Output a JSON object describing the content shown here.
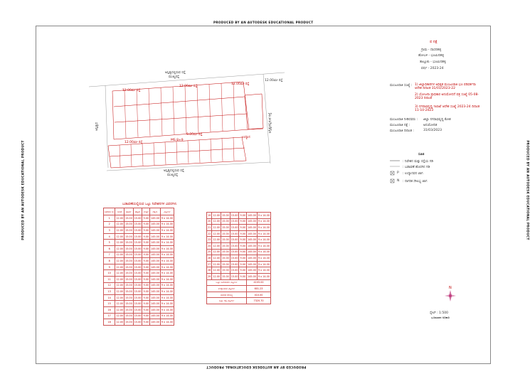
{
  "edu_notice": "PRODUCED BY AN AUTODESK EDUCATIONAL PRODUCT",
  "title_block": {
    "heading": "ಪ ನಕ್ಷೆ",
    "line1": "ಗ್ರಾಮ - ದಾಸನಹಳ್ಳಿ",
    "line2": "ಹೋಬಳಿ - ಭೂಮಿನಹಳ್ಳಿ",
    "line3": "ತಾಲ್ಲೂಕು - ಭೂಮಿನಹಳ್ಳಿ",
    "line4": "ವರ್ಷ - 2023-24"
  },
  "notes": [
    {
      "label": "ಮಂಜೂರಾತಿ ಸಂಖ್ಯೆ :",
      "text": "1) ಜಿಲ್ಲಾಧಿಕಾರಿಗಳ ಅಧಿಕೃತ ಮಂಜೂರಾತಿ ಭೂ ಪರಿವರ್ತನಾ ಆದೇಶ ದಿನಾಂಕ 31/01/2023-22"
    },
    {
      "label": "",
      "text": "2) ಯೋಜನಾ ಪ್ರಾಧಿಕಾರ ಅನುಮೋದನೆ ಪತ್ರ ಸಂಖ್ಯೆ 05-08-2023 ದಿನಾಂಕ"
    },
    {
      "label": "",
      "text": "3) ನಗರಾಭಿವೃದ್ಧಿ ಇಲಾಖೆ ಆದೇಶ ಸಂಖ್ಯೆ 2023-24 ದಿನಾಂಕ 11-10-2023"
    },
    {
      "label": "ಮಂಜೂರಾತಿ ನೀಡಿದವರು :",
      "text": "ಜಿಲ್ಲಾ ನಗರಾಭಿವೃದ್ಧಿ ಕೋಶ"
    },
    {
      "label": "ಮಂಜೂರಾತಿ ನಕ್ಷೆ :",
      "text": "ಅನುಮೋದಿತ"
    },
    {
      "label": "ಮಂಜೂರಾತಿ ದಿನಾಂಕ :",
      "text": "31/03/2023"
    }
  ],
  "legend": {
    "title": "ಸೂಚಿ",
    "items": [
      {
        "symbol": "line",
        "text": ": ನಿವೇಶನ ಮತ್ತು ರಸ್ತೆಯ ಗಡಿ"
      },
      {
        "symbol": "line",
        "text": ": ಬಡಾವಣೆ ಹೊರಗಿನ ಗಡಿ"
      },
      {
        "symbol": "P",
        "text": ": ಉದ್ಯಾನವನ ಜಾಗ"
      },
      {
        "symbol": "N",
        "text": ": ನಾಗರಿಕ ಸೌಲಭ್ಯ ಜಾಗ"
      }
    ]
  },
  "scale": {
    "text": "ಸ್ಕೇಲ್ : 1:500",
    "sub": "ಭೂಮಾಪನ ಅಧಿಕಾರಿ"
  },
  "map_labels": {
    "top_road": "ಅಸ್ತಿತ್ವದಲ್ಲಿರುವ ರಸ್ತೆ",
    "top_road_sub": "ಮುಖ್ಯರಸ್ತೆ",
    "road_1": "12.00ಮೀ ರಸ್ತೆ",
    "road_2": "12.00ಮೀ ರಸ್ತೆ",
    "road_3": "9.00ಮೀ ರಸ್ತೆ",
    "road_4": "12.00ಮೀ ರಸ್ತೆ",
    "bottom_road": "ಅಸ್ತಿತ್ವದಲ್ಲಿರುವ ರಸ್ತೆ",
    "bottom_road_sub": "ಮುಖ್ಯರಸ್ತೆ",
    "right_side": "ಅಸ್ತಿತ್ವದಲ್ಲಿರುವ ರಸ್ತೆ",
    "left_side": "ಅಸ್ತಿತ್ವದ",
    "mid": "ಉದ್ಯಾನ",
    "mid2": "MS 8+9"
  },
  "site_table": {
    "title": "ಬಡಾವಣೆಯಲ್ಲಿರುವ ಒಟ್ಟು ನಿವೇಶನಗಳ ವಿವರಗಳು",
    "headers": [
      "ನಿವೇಶನ ಸಂ",
      "ಅಳತೆ",
      "ಪೂರ್ವ",
      "ಪಶ್ಚಿಮ",
      "ಉತ್ತರ",
      "ದಕ್ಷಿಣ",
      "ವಿಸ್ತೀರ್ಣ"
    ],
    "left_rows": [
      [
        "1",
        "12.00",
        "15.00",
        "15.00",
        "9.00",
        "145.00",
        "9 x 14.00"
      ],
      [
        "2",
        "12.00",
        "15.00",
        "15.00",
        "9.00",
        "145.00",
        "9 x 14.00"
      ],
      [
        "3",
        "12.00",
        "15.00",
        "15.00",
        "9.00",
        "145.00",
        "9 x 14.00"
      ],
      [
        "4",
        "12.00",
        "15.00",
        "15.00",
        "9.00",
        "145.00",
        "9 x 14.00"
      ],
      [
        "5",
        "12.00",
        "15.00",
        "15.00",
        "9.00",
        "145.00",
        "9 x 14.00"
      ],
      [
        "6",
        "12.00",
        "15.00",
        "15.00",
        "9.00",
        "145.00",
        "9 x 14.00"
      ],
      [
        "7",
        "12.00",
        "15.00",
        "15.00",
        "9.00",
        "145.00",
        "9 x 14.00"
      ],
      [
        "8",
        "12.00",
        "15.00",
        "15.00",
        "9.00",
        "145.00",
        "9 x 14.00"
      ],
      [
        "9",
        "12.00",
        "15.00",
        "15.00",
        "9.00",
        "145.00",
        "9 x 14.00"
      ],
      [
        "10",
        "12.00",
        "15.00",
        "15.00",
        "9.00",
        "145.00",
        "9 x 14.00"
      ],
      [
        "11",
        "12.00",
        "15.00",
        "15.00",
        "9.00",
        "145.00",
        "9 x 14.00"
      ],
      [
        "12",
        "12.00",
        "15.00",
        "15.00",
        "9.00",
        "145.00",
        "9 x 14.00"
      ],
      [
        "13",
        "12.00",
        "15.00",
        "15.00",
        "9.00",
        "145.00",
        "9 x 14.00"
      ],
      [
        "14",
        "12.00",
        "15.00",
        "15.00",
        "9.00",
        "145.00",
        "9 x 14.00"
      ],
      [
        "15",
        "12.00",
        "15.00",
        "15.00",
        "9.00",
        "145.00",
        "9 x 14.00"
      ],
      [
        "16",
        "12.00",
        "15.00",
        "15.00",
        "9.00",
        "145.00",
        "9 x 14.00"
      ],
      [
        "17",
        "12.00",
        "15.00",
        "15.00",
        "9.00",
        "145.00",
        "9 x 14.00"
      ],
      [
        "18",
        "12.00",
        "15.00",
        "15.00",
        "9.00",
        "145.00",
        "9 x 14.00"
      ]
    ],
    "right_rows": [
      [
        "19",
        "12.00",
        "15.00",
        "15.00",
        "9.00",
        "145.00",
        "9 x 14.00"
      ],
      [
        "20",
        "12.00",
        "15.00",
        "15.00",
        "9.00",
        "145.00",
        "9 x 14.00"
      ],
      [
        "21",
        "12.00",
        "15.00",
        "15.00",
        "9.00",
        "145.00",
        "9 x 14.00"
      ],
      [
        "22",
        "12.00",
        "15.00",
        "15.00",
        "9.00",
        "145.00",
        "9 x 14.00"
      ],
      [
        "23",
        "12.00",
        "15.00",
        "15.00",
        "9.00",
        "145.00",
        "9 x 14.00"
      ],
      [
        "24",
        "12.00",
        "15.00",
        "15.00",
        "9.00",
        "145.00",
        "9 x 14.00"
      ],
      [
        "25",
        "12.00",
        "15.00",
        "15.00",
        "9.00",
        "145.00",
        "9 x 14.00"
      ],
      [
        "26",
        "12.00",
        "15.00",
        "15.00",
        "9.00",
        "145.00",
        "9 x 14.00"
      ],
      [
        "27",
        "12.00",
        "15.00",
        "15.00",
        "9.00",
        "145.00",
        "9 x 14.00"
      ],
      [
        "28",
        "12.00",
        "15.00",
        "15.00",
        "9.00",
        "145.00",
        "9 x 14.00"
      ],
      [
        "29",
        "12.00",
        "15.00",
        "15.00",
        "9.00",
        "145.00",
        "9 x 14.00"
      ]
    ],
    "summary_rows": [
      {
        "label": "ಒಟ್ಟು ನಿವೇಶನಗಳ ವಿಸ್ತೀರ್ಣ",
        "value": "4105.00"
      },
      {
        "label": "ಉದ್ಯಾನವನ ವಿಸ್ತೀರ್ಣ",
        "value": "601.23"
      },
      {
        "label": "ನಾಗರಿಕ ಸೌಲಭ್ಯ",
        "value": "410.00"
      },
      {
        "label": "ಒಟ್ಟು ರಸ್ತೆ ವಿಸ್ತೀರ್ಣ",
        "value": "7320.70"
      }
    ]
  }
}
